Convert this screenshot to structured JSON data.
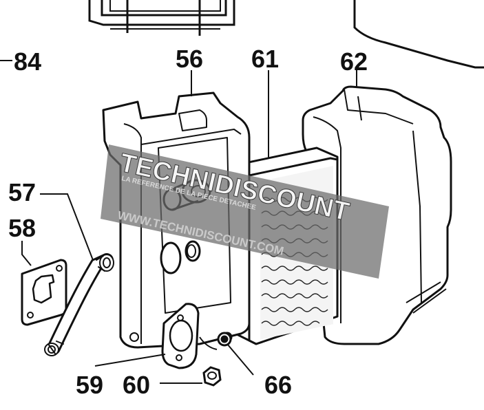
{
  "part_labels": {
    "p84": "84",
    "p56": "56",
    "p61": "61",
    "p62": "62",
    "p57": "57",
    "p58": "58",
    "p59": "59",
    "p60": "60",
    "p66": "66"
  },
  "watermark": {
    "brand": "TECHNIDISCOUNT",
    "url": "WWW.TECHNIDISCOUNT.COM",
    "tagline": "LA REFERENCE DE LA PIECE DETACHEE"
  },
  "colors": {
    "line": "#111111",
    "watermark_band": "#6b6b6b"
  }
}
